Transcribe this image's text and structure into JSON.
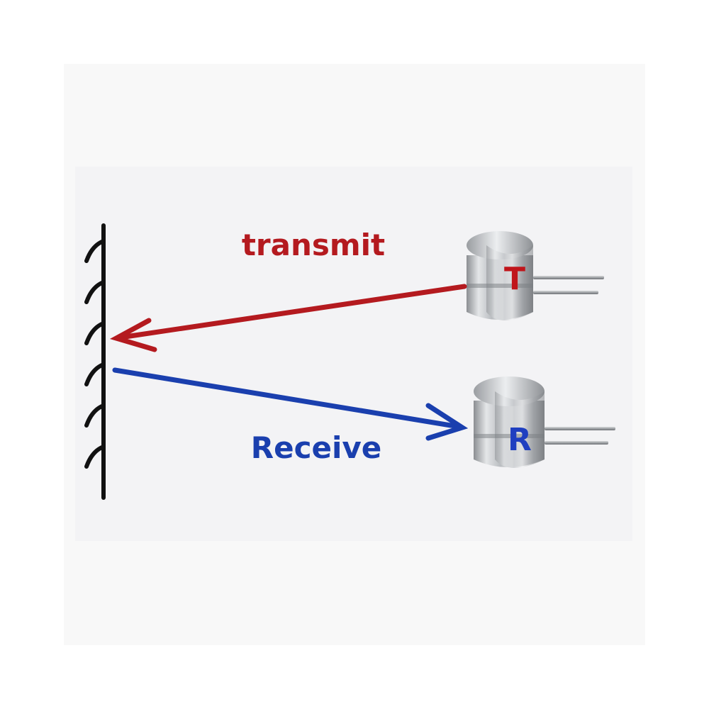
{
  "diagram": {
    "transmit_label": "transmit",
    "receive_label": "Receive",
    "transmitter_letter": "T",
    "receiver_letter": "R"
  },
  "colors": {
    "transmit": "#b41a1f",
    "receive": "#1a3fae",
    "wall": "#111111",
    "panel": "#f3f3f5",
    "backdrop": "#f8f8f8"
  },
  "icons": {
    "wall": "hatched-wall-icon",
    "transmitter": "ultrasonic-transmitter-icon",
    "receiver": "ultrasonic-receiver-icon"
  }
}
